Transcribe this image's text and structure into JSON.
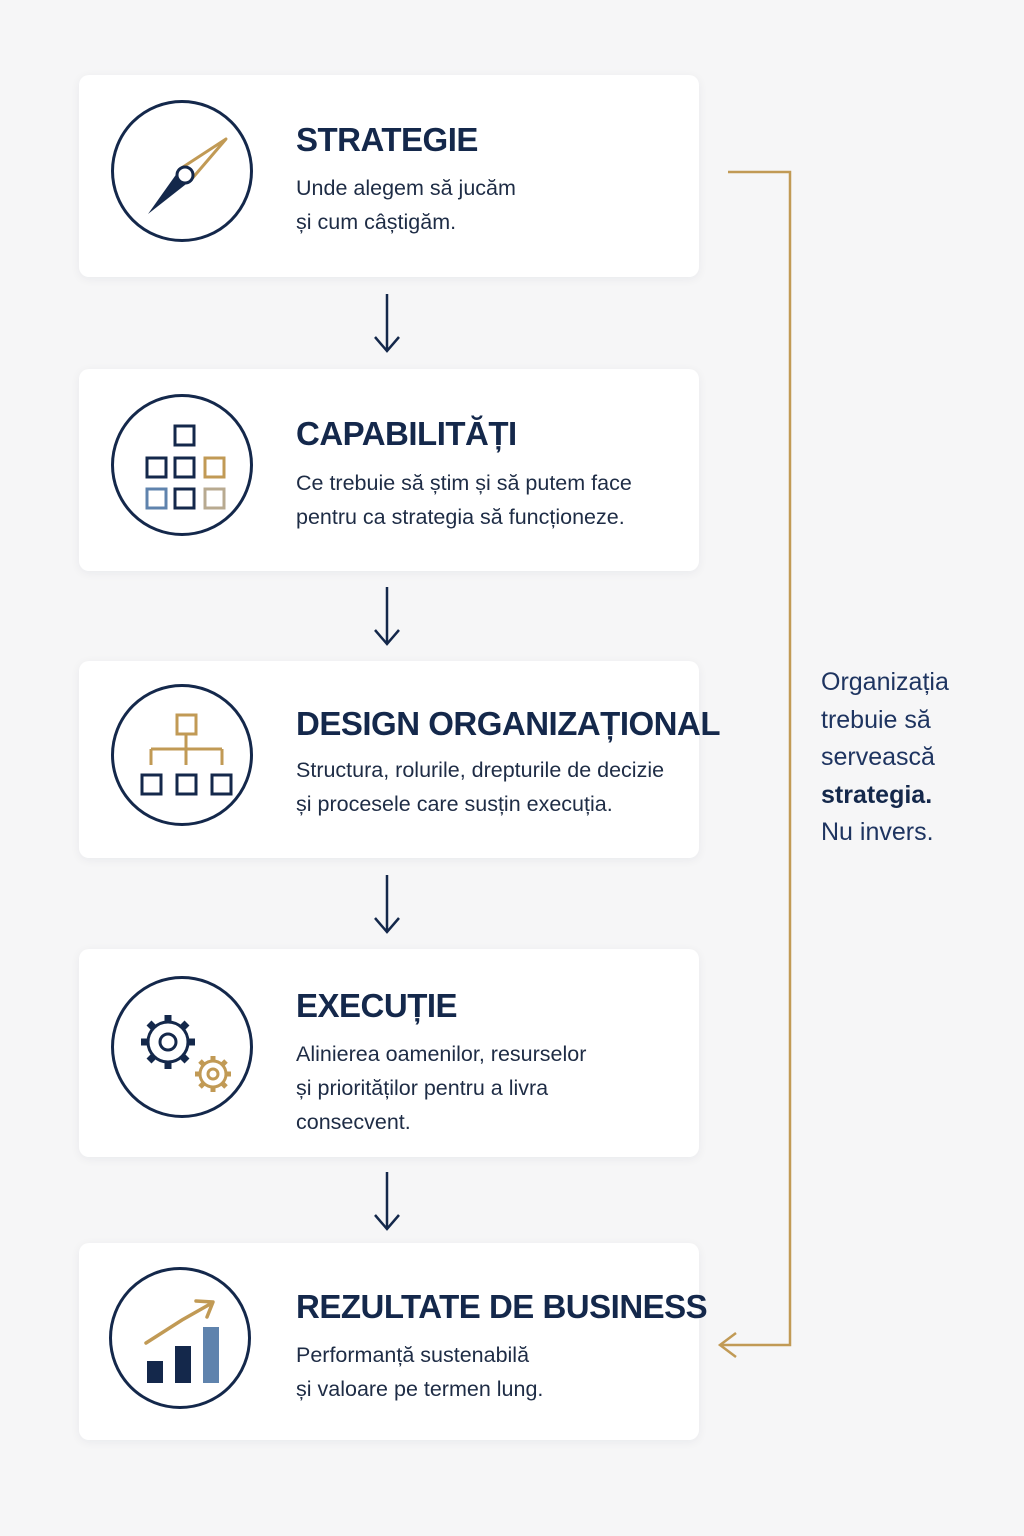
{
  "steps": [
    {
      "title": "STRATEGIE",
      "desc_lines": [
        "Unde alegem să jucăm",
        "și cum câștigăm."
      ]
    },
    {
      "title": "CAPABILITĂȚI",
      "desc_lines": [
        "Ce trebuie să știm și să putem face",
        "pentru ca strategia să funcționeze."
      ]
    },
    {
      "title": "DESIGN ORGANIZAȚIONAL",
      "desc_lines": [
        "Structura, rolurile, drepturile de decizie",
        "și procesele care susțin execuția."
      ]
    },
    {
      "title": "EXECUȚIE",
      "desc_lines": [
        "Alinierea oamenilor, resurselor",
        "și priorităților pentru a livra",
        "consecvent."
      ]
    },
    {
      "title": "REZULTATE DE BUSINESS",
      "desc_lines": [
        "Performanță sustenabilă",
        "și valoare pe termen lung."
      ]
    }
  ],
  "side_note": {
    "line1": "Organizația",
    "line2": "trebuie să",
    "line3": "servească",
    "line4_bold": "strategia.",
    "line5": "Nu invers."
  },
  "icons": [
    "compass-icon",
    "grid-blocks-icon",
    "org-chart-icon",
    "gears-icon",
    "growth-chart-icon"
  ],
  "colors": {
    "navy": "#14284b",
    "gold": "#c19a55",
    "steel_blue": "#5f83ad",
    "background": "#f6f6f7",
    "card": "#ffffff"
  }
}
